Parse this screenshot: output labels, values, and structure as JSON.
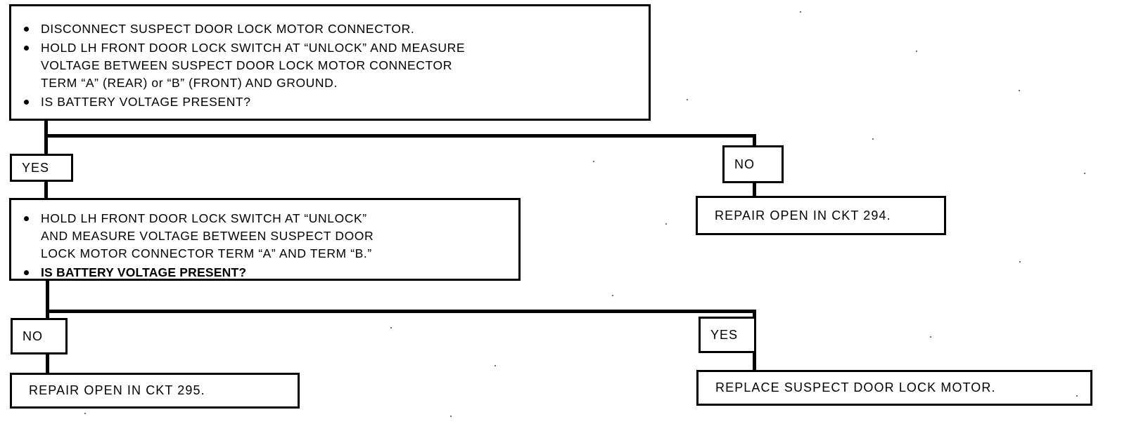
{
  "diagram": {
    "title": "Door Lock Motor Circuit Diagnostic Flowchart",
    "type": "flowchart",
    "line_color": "#000000",
    "box_border_color": "#000000",
    "background_color": "#ffffff"
  },
  "step1": {
    "bullets": [
      "DISCONNECT SUSPECT DOOR LOCK MOTOR CONNECTOR.",
      "HOLD LH FRONT DOOR LOCK SWITCH AT “UNLOCK” AND MEASURE\nVOLTAGE BETWEEN SUSPECT DOOR LOCK MOTOR CONNECTOR\nTERM “A” (REAR) or “B” (FRONT) AND GROUND.",
      "IS BATTERY VOLTAGE PRESENT?"
    ]
  },
  "branch1": {
    "yes_label": "YES",
    "no_label": "NO",
    "no_result": "REPAIR OPEN IN CKT 294."
  },
  "step2": {
    "bullets": [
      "HOLD LH FRONT DOOR LOCK SWITCH AT “UNLOCK”\nAND MEASURE VOLTAGE BETWEEN SUSPECT DOOR\nLOCK MOTOR CONNECTOR TERM “A” AND TERM “B.”",
      "IS BATTERY VOLTAGE PRESENT?"
    ]
  },
  "branch2": {
    "no_label": "NO",
    "yes_label": "YES",
    "no_result": "REPAIR OPEN IN CKT 295.",
    "yes_result": "REPLACE SUSPECT DOOR LOCK MOTOR."
  }
}
